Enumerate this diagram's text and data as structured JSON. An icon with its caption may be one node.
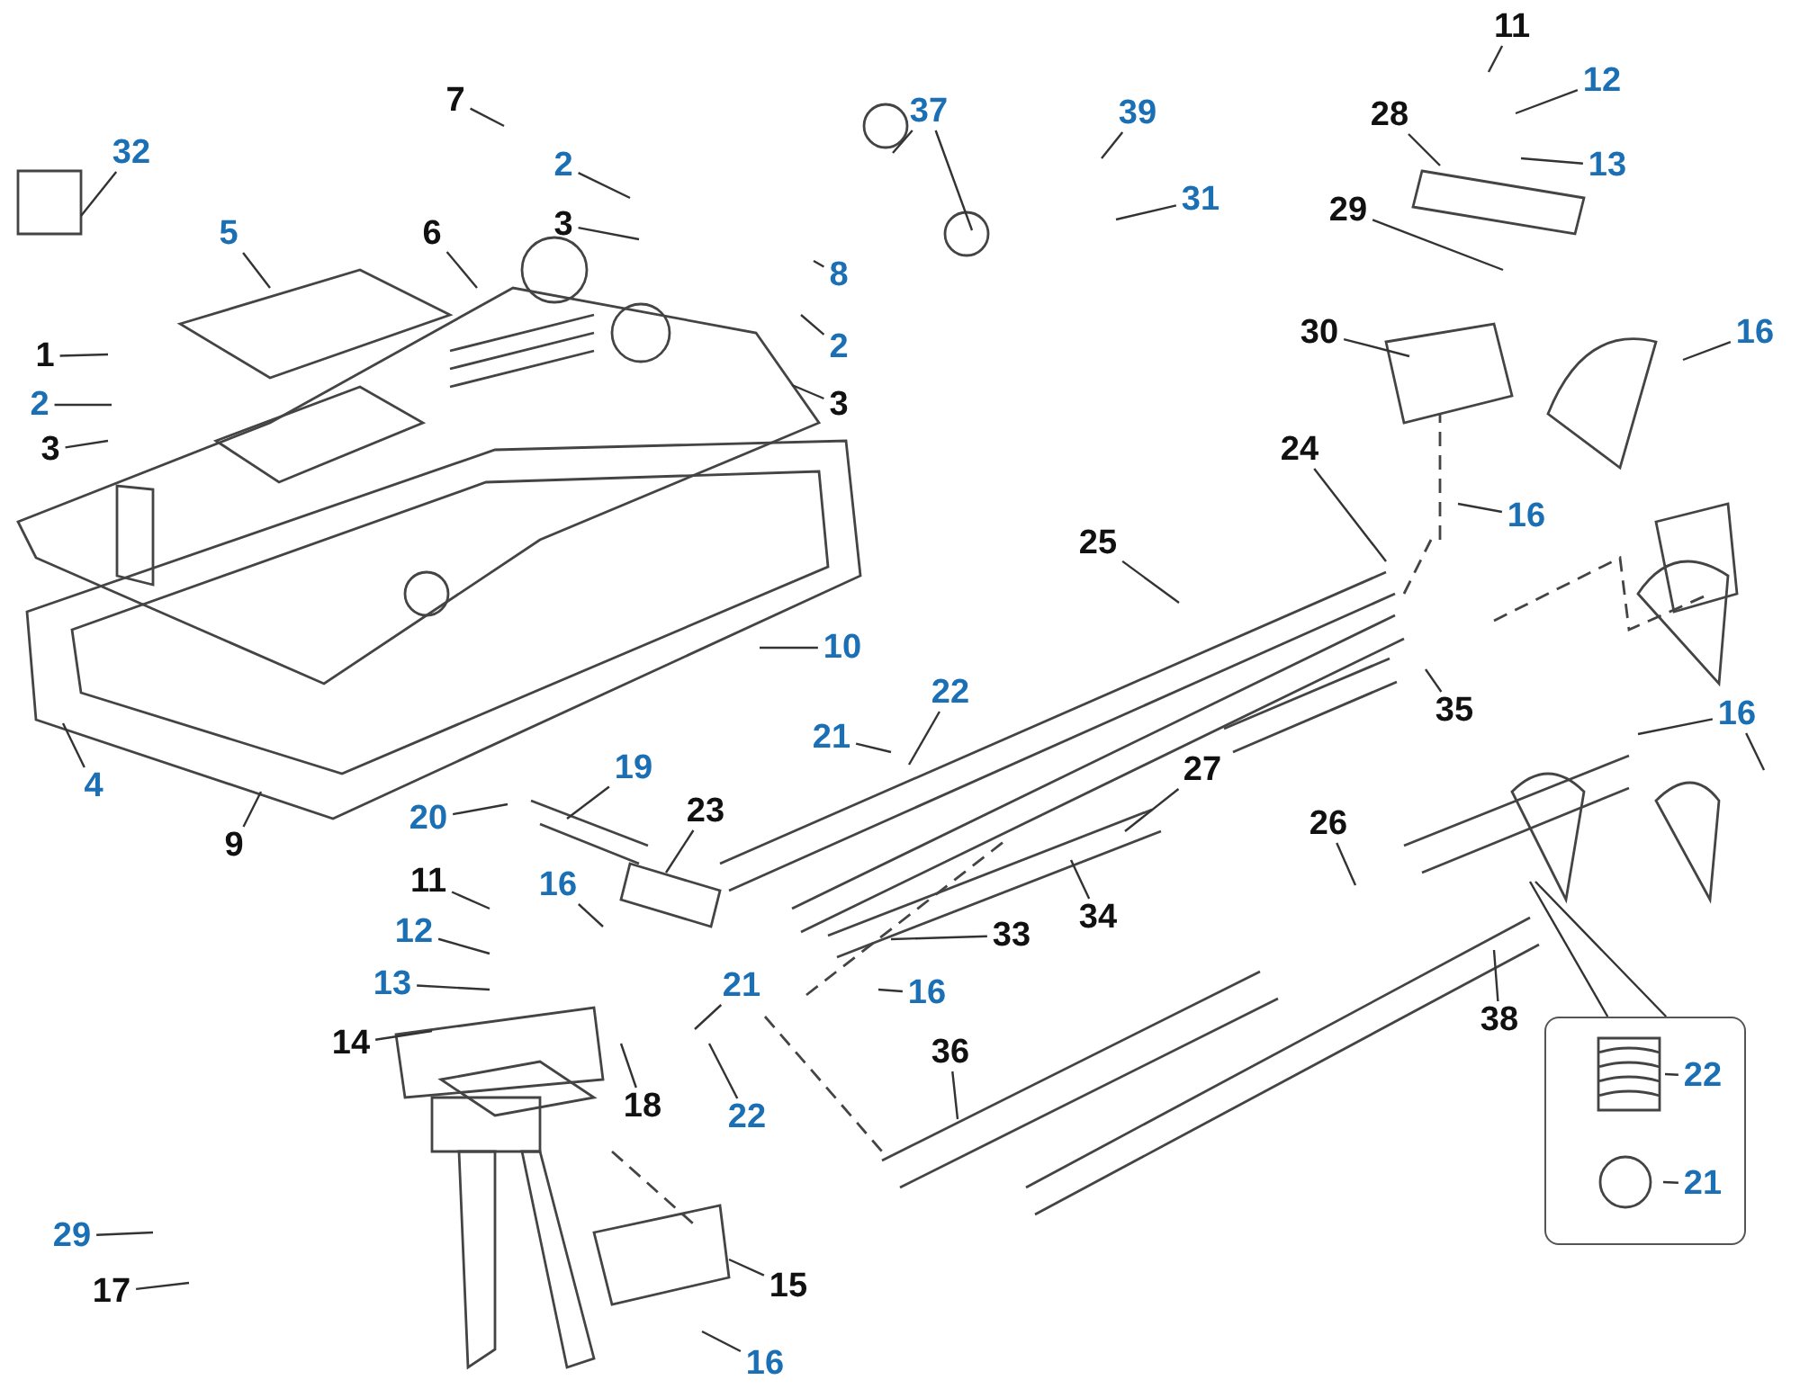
{
  "diagram": {
    "nodes": [
      {
        "text": [
          "7"
        ]
      },
      {
        "text": [
          "11"
        ]
      },
      {
        "text": [
          "37"
        ]
      },
      {
        "text": [
          "39"
        ]
      },
      {
        "text": [
          "2"
        ]
      },
      {
        "text": [
          "12"
        ]
      },
      {
        "text": [
          "32"
        ]
      },
      {
        "text": [
          "13"
        ]
      },
      {
        "text": [
          "28"
        ]
      },
      {
        "text": [
          "31"
        ]
      },
      {
        "text": [
          "6"
        ]
      },
      {
        "text": [
          "3"
        ]
      },
      {
        "text": [
          "8"
        ]
      },
      {
        "text": [
          "5"
        ]
      },
      {
        "text": [
          "29"
        ]
      },
      {
        "text": [
          "30"
        ]
      },
      {
        "text": [
          "1"
        ]
      },
      {
        "text": [
          "2"
        ]
      },
      {
        "text": [
          "16"
        ]
      },
      {
        "text": [
          "2"
        ]
      },
      {
        "text": [
          "3"
        ]
      },
      {
        "text": [
          "3"
        ]
      },
      {
        "text": [
          "24"
        ]
      },
      {
        "text": [
          "25"
        ]
      },
      {
        "text": [
          "16"
        ]
      },
      {
        "text": [
          "10"
        ]
      },
      {
        "text": [
          "22"
        ]
      },
      {
        "text": [
          "35"
        ]
      },
      {
        "text": [
          "4"
        ]
      },
      {
        "text": [
          "16"
        ]
      },
      {
        "text": [
          "21"
        ]
      },
      {
        "text": [
          "27"
        ]
      },
      {
        "text": [
          "9"
        ]
      },
      {
        "text": [
          "19"
        ]
      },
      {
        "text": [
          "20"
        ]
      },
      {
        "text": [
          "23"
        ]
      },
      {
        "text": [
          "26"
        ]
      },
      {
        "text": [
          "11"
        ]
      },
      {
        "text": [
          "16"
        ]
      },
      {
        "text": [
          "33"
        ]
      },
      {
        "text": [
          "34"
        ]
      },
      {
        "text": [
          "12"
        ]
      },
      {
        "text": [
          "13"
        ]
      },
      {
        "text": [
          "16"
        ]
      },
      {
        "text": [
          "21"
        ]
      },
      {
        "text": [
          "38"
        ]
      },
      {
        "text": [
          "14"
        ]
      },
      {
        "text": [
          "18"
        ]
      },
      {
        "text": [
          "22"
        ]
      },
      {
        "text": [
          "36"
        ]
      },
      {
        "text": [],
        "shape": "box"
      },
      {
        "text": [
          "22"
        ],
        "in": 50
      },
      {
        "text": [
          "21"
        ],
        "in": 50
      },
      {
        "text": [
          "29"
        ]
      },
      {
        "text": [
          "15"
        ]
      },
      {
        "text": [
          "17"
        ]
      },
      {
        "text": [
          "16"
        ]
      }
    ],
    "edges": [
      {
        "from": 0,
        "to": null,
        "arrow": "none"
      },
      {
        "from": 1,
        "to": null,
        "arrow": "none"
      },
      {
        "from": 2,
        "to": null,
        "arrow": "none"
      },
      {
        "from": 2,
        "to": null,
        "arrow": "none"
      },
      {
        "from": 3,
        "to": null,
        "arrow": "none"
      },
      {
        "from": 4,
        "to": null,
        "arrow": "none"
      },
      {
        "from": 5,
        "to": null,
        "arrow": "none"
      },
      {
        "from": 6,
        "to": null,
        "arrow": "none"
      },
      {
        "from": 7,
        "to": null,
        "arrow": "none"
      },
      {
        "from": 8,
        "to": null,
        "arrow": "none"
      },
      {
        "from": 9,
        "to": null,
        "arrow": "none"
      },
      {
        "from": 10,
        "to": null,
        "arrow": "none"
      },
      {
        "from": 11,
        "to": null,
        "arrow": "none"
      },
      {
        "from": 12,
        "to": null,
        "arrow": "none"
      },
      {
        "from": 13,
        "to": null,
        "arrow": "none"
      },
      {
        "from": 14,
        "to": null,
        "arrow": "none"
      },
      {
        "from": 15,
        "to": null,
        "arrow": "none"
      },
      {
        "from": 16,
        "to": null,
        "arrow": "none"
      },
      {
        "from": 17,
        "to": null,
        "arrow": "none"
      },
      {
        "from": 18,
        "to": null,
        "arrow": "none"
      },
      {
        "from": 19,
        "to": null,
        "arrow": "none"
      },
      {
        "from": 20,
        "to": null,
        "arrow": "none"
      },
      {
        "from": 21,
        "to": null,
        "arrow": "none"
      },
      {
        "from": 22,
        "to": null,
        "arrow": "none"
      },
      {
        "from": 23,
        "to": null,
        "arrow": "none"
      },
      {
        "from": 24,
        "to": null,
        "arrow": "none"
      },
      {
        "from": 25,
        "to": null,
        "arrow": "none"
      },
      {
        "from": 26,
        "to": null,
        "arrow": "none"
      },
      {
        "from": 27,
        "to": null,
        "arrow": "none"
      },
      {
        "from": 28,
        "to": null,
        "arrow": "none"
      },
      {
        "from": 29,
        "to": null,
        "arrow": "none"
      },
      {
        "from": 29,
        "to": null,
        "arrow": "none"
      },
      {
        "from": 30,
        "to": null,
        "arrow": "none"
      },
      {
        "from": 31,
        "to": null,
        "arrow": "none"
      },
      {
        "from": 32,
        "to": null,
        "arrow": "none"
      },
      {
        "from": 33,
        "to": null,
        "arrow": "none"
      },
      {
        "from": 34,
        "to": null,
        "arrow": "none"
      },
      {
        "from": 35,
        "to": null,
        "arrow": "none"
      },
      {
        "from": 36,
        "to": null,
        "arrow": "none"
      },
      {
        "from": 37,
        "to": null,
        "arrow": "none"
      },
      {
        "from": 38,
        "to": null,
        "arrow": "none"
      },
      {
        "from": 39,
        "to": null,
        "arrow": "none"
      },
      {
        "from": 40,
        "to": null,
        "arrow": "none"
      },
      {
        "from": 41,
        "to": null,
        "arrow": "none"
      },
      {
        "from": 42,
        "to": null,
        "arrow": "none"
      },
      {
        "from": 43,
        "to": null,
        "arrow": "none"
      },
      {
        "from": 44,
        "to": null,
        "arrow": "none"
      },
      {
        "from": 45,
        "to": null,
        "arrow": "none"
      },
      {
        "from": 46,
        "to": null,
        "arrow": "none"
      },
      {
        "from": 47,
        "to": null,
        "arrow": "none"
      },
      {
        "from": 48,
        "to": null,
        "arrow": "none"
      },
      {
        "from": 49,
        "to": null,
        "arrow": "none"
      },
      {
        "from": null,
        "to": 50,
        "arrow": "none"
      },
      {
        "from": null,
        "to": 50,
        "arrow": "none"
      },
      {
        "from": 51,
        "to": null,
        "arrow": "none"
      },
      {
        "from": 52,
        "to": null,
        "arrow": "none"
      },
      {
        "from": 53,
        "to": null,
        "arrow": "none"
      },
      {
        "from": 54,
        "to": null,
        "arrow": "none"
      },
      {
        "from": 55,
        "to": null,
        "arrow": "none"
      },
      {
        "from": 56,
        "to": null,
        "arrow": "none"
      }
    ]
  }
}
